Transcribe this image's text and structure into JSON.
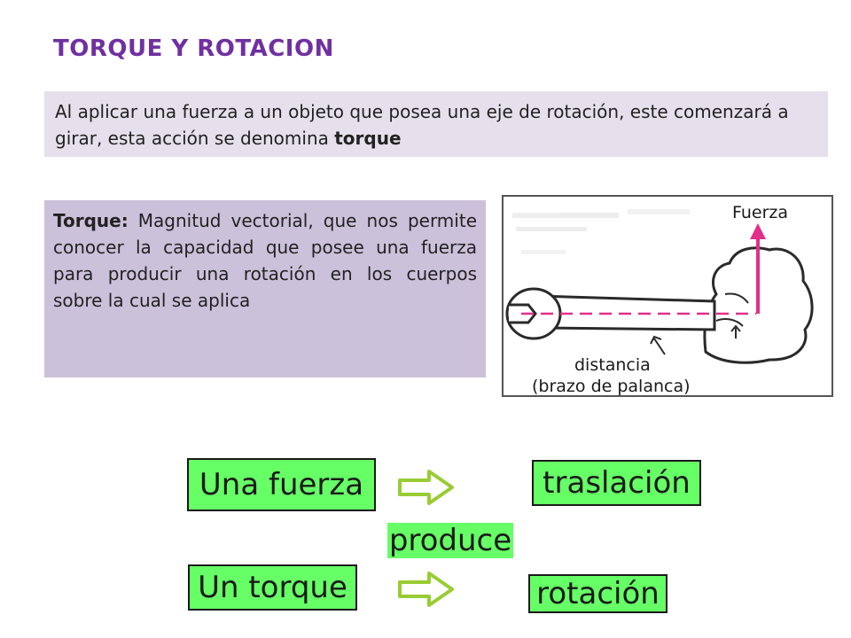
{
  "title": "TORQUE Y ROTACION",
  "intro": {
    "text_before": "Al aplicar una fuerza a un objeto que posea una eje de rotación, este comenzará a girar, esta acción se denomina ",
    "bold_word": "torque"
  },
  "definition": {
    "term": "Torque:",
    "text": " Magnitud vectorial, que nos permite conocer la capacidad que posee una fuerza para producir una rotación en los cuerpos sobre la cual se aplica"
  },
  "figure": {
    "label_force": "Fuerza",
    "label_distance": "distancia",
    "label_lever": "(brazo de palanca)"
  },
  "diagram": {
    "box_force": "Una fuerza",
    "box_torque": "Un torque",
    "box_translation": "traslación",
    "box_rotation": "rotación",
    "produce": "produce"
  },
  "colors": {
    "title": "#7030a0",
    "intro_bg": "#e6e0ec",
    "definition_bg": "#ccc1da",
    "box_green": "#66ff66",
    "arrow_green": "#99cc33",
    "force_arrow": "#e0308a"
  }
}
